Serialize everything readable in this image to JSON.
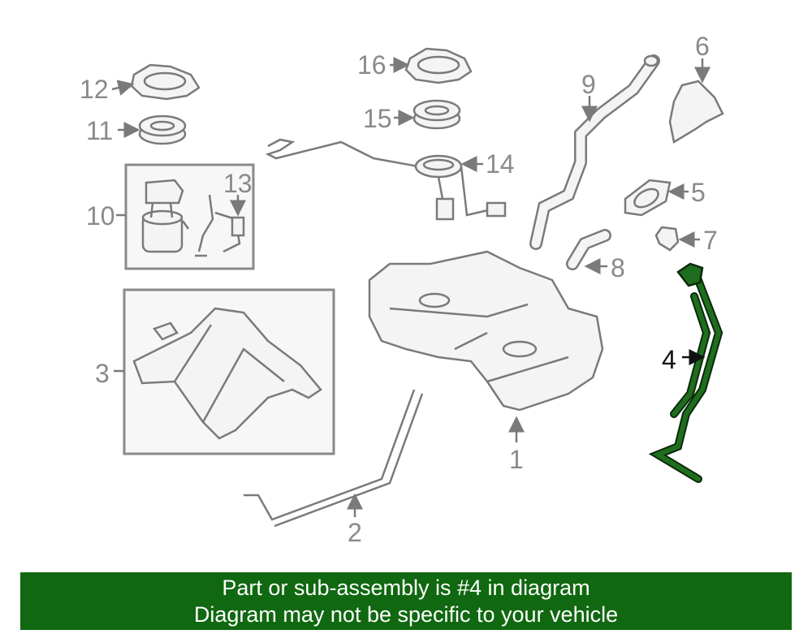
{
  "callouts": {
    "p1": "1",
    "p2": "2",
    "p3": "3",
    "p4": "4",
    "p5": "5",
    "p6": "6",
    "p7": "7",
    "p8": "8",
    "p9": "9",
    "p10": "10",
    "p11": "11",
    "p12": "12",
    "p13": "13",
    "p14": "14",
    "p15": "15",
    "p16": "16"
  },
  "highlight": {
    "part": "4",
    "color": "#1f6e1f"
  },
  "banner": {
    "line1": "Part or sub-assembly is #4 in diagram",
    "line2": "Diagram may not be specific to your vehicle",
    "color": "#106810"
  }
}
